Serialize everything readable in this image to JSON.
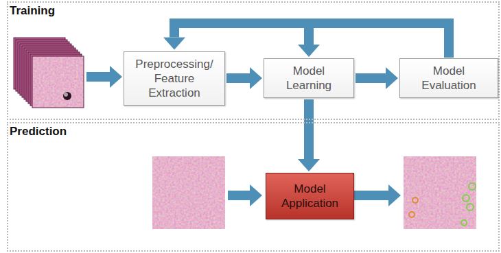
{
  "diagram": {
    "nodes": [
      {
        "text": [
          "Training"
        ]
      },
      {
        "text": [
          "Preprocessing/ Feature Extraction"
        ],
        "in": 0
      },
      {
        "text": [
          "Model Learning"
        ],
        "in": 0
      },
      {
        "text": [
          "Model Evaluation"
        ],
        "in": 0
      },
      {
        "text": [
          "Prediction"
        ]
      },
      {
        "text": [
          "Model Application"
        ],
        "in": 4
      }
    ],
    "edges": [
      {
        "from": 1,
        "to": 2,
        "arrow": "to"
      },
      {
        "from": 2,
        "to": 3,
        "arrow": "to"
      },
      {
        "from": 3,
        "to": 1,
        "arrow": "to"
      },
      {
        "from": 3,
        "to": 2,
        "arrow": "to"
      },
      {
        "from": 2,
        "to": 5,
        "arrow": "to"
      }
    ]
  }
}
